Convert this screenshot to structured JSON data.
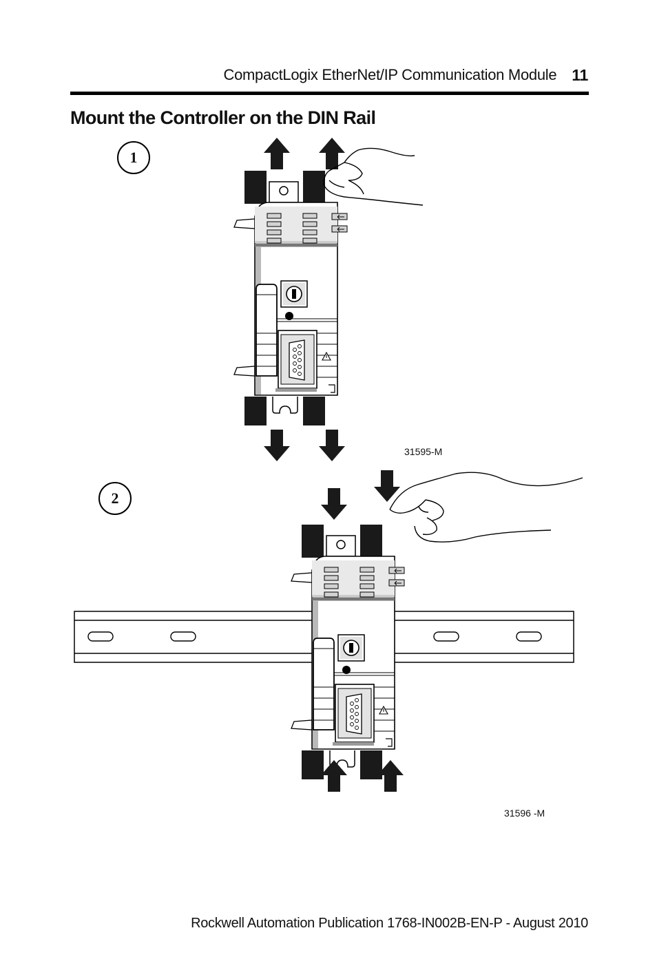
{
  "header": {
    "title": "CompactLogix EtherNet/IP Communication Module",
    "page_number": "11"
  },
  "section": {
    "title": "Mount the Controller on the DIN Rail"
  },
  "steps": [
    {
      "label": "1",
      "figure_id": "31595-M"
    },
    {
      "label": "2",
      "figure_id": "31596 -M"
    }
  ],
  "footer": {
    "text": "Rockwell Automation Publication  1768-IN002B-EN-P - August 2010"
  }
}
